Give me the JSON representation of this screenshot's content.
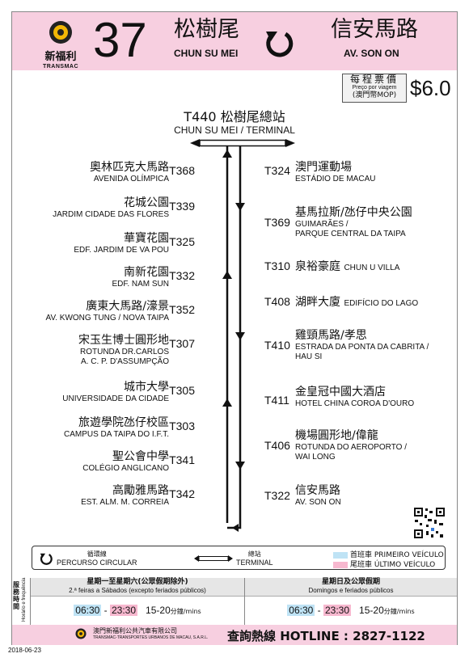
{
  "header": {
    "company_cn": "新福利",
    "company_en": "TRANSMAC",
    "route_number": "37",
    "origin_cn": "松樹尾",
    "origin_pt": "CHUN SU MEI",
    "destination_cn": "信安馬路",
    "destination_pt": "AV. SON ON"
  },
  "fare": {
    "label_cn": "每程票價",
    "label_pt": "Preço por viagem",
    "currency": "(澳門幣MOP)",
    "price": "$6.0"
  },
  "terminal": {
    "title_cn": "T440 松樹尾總站",
    "title_pt": "CHUN SU MEI / TERMINAL"
  },
  "left_stops": [
    {
      "code": "T368",
      "cn": "奧林匹克大馬路",
      "pt": [
        "AVENIDA OLÍMPICA"
      ]
    },
    {
      "code": "T339",
      "cn": "花城公園",
      "pt": [
        "JARDIM CIDADE DAS FLORES"
      ]
    },
    {
      "code": "T325",
      "cn": "華寶花園",
      "pt": [
        "EDF. JARDIM DE VA POU"
      ]
    },
    {
      "code": "T332",
      "cn": "南新花園",
      "pt": [
        "EDF. NAM SUN"
      ]
    },
    {
      "code": "T352",
      "cn": "廣東大馬路/濠景",
      "pt": [
        "AV. KWONG TUNG / NOVA TAIPA"
      ]
    },
    {
      "code": "T307",
      "cn": "宋玉生博士圓形地",
      "pt": [
        "ROTUNDA DR.CARLOS",
        "A. C. P. D'ASSUMPÇÃO"
      ]
    },
    {
      "code": "T305",
      "cn": "城市大學",
      "pt": [
        "UNIVERSIDADE DA CIDADE"
      ]
    },
    {
      "code": "T303",
      "cn": "旅遊學院氹仔校區",
      "pt": [
        "CAMPUS DA TAIPA DO I.F.T."
      ]
    },
    {
      "code": "T341",
      "cn": "聖公會中學",
      "pt": [
        "COLÉGIO ANGLICANO"
      ]
    },
    {
      "code": "T342",
      "cn": "高勵雅馬路",
      "pt": [
        "EST. ALM. M. CORREIA"
      ]
    }
  ],
  "right_stops": [
    {
      "code": "T324",
      "cn": "澳門運動場",
      "pt": [
        "ESTÁDIO DE MACAU"
      ],
      "inline": ""
    },
    {
      "code": "T369",
      "cn": "基馬拉斯/氹仔中央公園",
      "pt": [
        "GUIMARÃES /",
        "PARQUE CENTRAL DA TAIPA"
      ],
      "inline": ""
    },
    {
      "code": "T310",
      "cn": "泉裕豪庭",
      "pt": [],
      "inline": "CHUN U VILLA"
    },
    {
      "code": "T408",
      "cn": "湖畔大廈",
      "pt": [],
      "inline": "EDIFÍCIO DO LAGO"
    },
    {
      "code": "T410",
      "cn": "雞頸馬路/孝思",
      "pt": [
        "ESTRADA DA PONTA DA CABRITA /",
        "HAU SI"
      ],
      "inline": ""
    },
    {
      "code": "T411",
      "cn": "金皇冠中國大酒店",
      "pt": [
        "HOTEL CHINA COROA D'OURO"
      ],
      "inline": ""
    },
    {
      "code": "T406",
      "cn": "機場圓形地/偉龍",
      "pt": [
        "ROTUNDA DO AEROPORTO /",
        "WAI LONG"
      ],
      "inline": ""
    },
    {
      "code": "T322",
      "cn": "信安馬路",
      "pt": [
        "AV. SON ON"
      ],
      "inline": ""
    }
  ],
  "legend": {
    "circular_cn": "循環線",
    "circular_pt": "PERCURSO CIRCULAR",
    "terminal_cn": "總站",
    "terminal_pt": "TERMINAL",
    "first_label": "首班車 PRIMEIRO VEÍCULO",
    "last_label": "尾班車 ÚLTIMO VEÍCULO",
    "first_color": "#bfe3f5",
    "last_color": "#f7b8cf"
  },
  "schedule": {
    "side_cn": "服務時間",
    "side_pt": "Horário e frequência",
    "weekday_cn": "星期一至星期六(公眾假期除外)",
    "weekday_pt": "2.ª feiras a Sábados (excepto feriados públicos)",
    "weekday_first": "06:30",
    "weekday_sep": "-",
    "weekday_last": "23:30",
    "weekday_freq": "15-20",
    "holiday_cn": "星期日及公眾假期",
    "holiday_pt": "Domingos e feriados públicos",
    "holiday_first": "06:30",
    "holiday_sep": "-",
    "holiday_last": "23:30",
    "holiday_freq": "15-20",
    "freq_unit": "分鐘/mins"
  },
  "footer": {
    "company_cn": "澳門新福利公共汽車有限公司",
    "company_pt": "TRANSMAC-TRANSPORTES URBANOS DE MACAU, S.A.R.L.",
    "hotline": "查詢熱線 HOTLINE : 2827-1122"
  },
  "date": "2018-06-23",
  "colors": {
    "header_pink": "#f7cfe0",
    "line": "#111111"
  }
}
